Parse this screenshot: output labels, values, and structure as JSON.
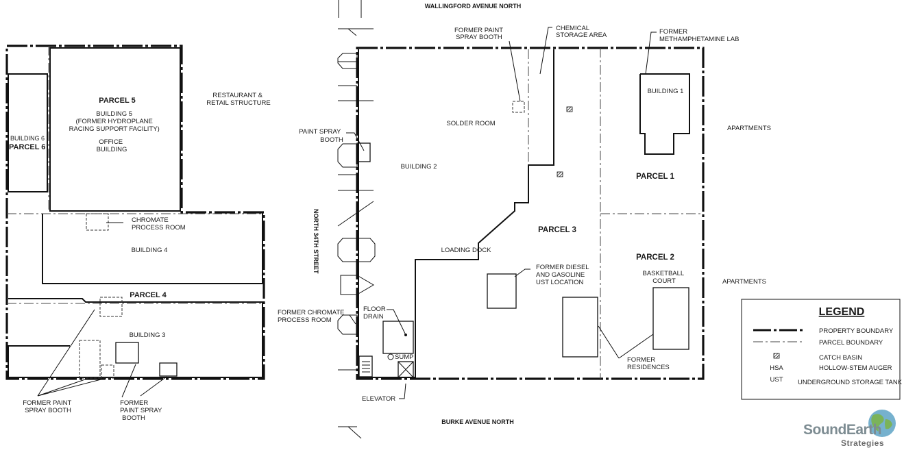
{
  "streets": {
    "north": "WALLINGFORD AVENUE NORTH",
    "south": "BURKE AVENUE NORTH",
    "west": "NORTH 34TH STREET"
  },
  "parcels": {
    "p1": "PARCEL 1",
    "p2": "PARCEL 2",
    "p3": "PARCEL 3",
    "p4": "PARCEL 4",
    "p5": "PARCEL 5",
    "p6": "PARCEL 6"
  },
  "labels": {
    "building6": "BUILDING 6",
    "building5": [
      "BUILDING 5",
      "(FORMER HYDROPLANE",
      "RACING SUPPORT FACILITY)",
      "OFFICE",
      "BUILDING"
    ],
    "restaurant": [
      "RESTAURANT &",
      "RETAIL STRUCTURE"
    ],
    "chromate_room_west": [
      "CHROMATE",
      "PROCESS ROOM"
    ],
    "building4": "BUILDING 4",
    "building3": "BUILDING 3",
    "paint_booth_sw_left": [
      "FORMER PAINT",
      "SPRAY BOOTH"
    ],
    "paint_booth_sw_right": [
      "FORMER",
      "PAINT SPRAY",
      "BOOTH"
    ],
    "paint_spray_booth": [
      "PAINT SPRAY",
      "BOOTH"
    ],
    "chromate_room_east": [
      "FORMER CHROMATE",
      "PROCESS ROOM"
    ],
    "floor_drain": [
      "FLOOR",
      "DRAIN"
    ],
    "sump": "SUMP",
    "elevator": "ELEVATOR",
    "paint_booth_north": [
      "FORMER PAINT",
      "SPRAY BOOTH"
    ],
    "chemical_storage": [
      "CHEMICAL",
      "STORAGE AREA"
    ],
    "solder_room": "SOLDER ROOM",
    "building2": "BUILDING 2",
    "loading_dock": "LOADING DOCK",
    "diesel_ust": [
      "FORMER DIESEL",
      "AND GASOLINE",
      "UST LOCATION"
    ],
    "meth_lab": [
      "FORMER",
      "METHAMPHETAMINE LAB"
    ],
    "building1": "BUILDING 1",
    "apartments_north": "APARTMENTS",
    "apartments_south": "APARTMENTS",
    "basketball": [
      "BASKETBALL",
      "COURT"
    ],
    "residences": [
      "FORMER",
      "RESIDENCES"
    ]
  },
  "legend": {
    "title": "LEGEND",
    "items": [
      {
        "symbol": "property-line",
        "label": "PROPERTY BOUNDARY"
      },
      {
        "symbol": "parcel-line",
        "label": "PARCEL BOUNDARY"
      },
      {
        "symbol": "catch-basin-icon",
        "label": "CATCH BASIN"
      },
      {
        "symbol": "HSA",
        "label": "HOLLOW-STEM AUGER"
      },
      {
        "symbol": "UST",
        "label": "UNDERGROUND STORAGE TANK"
      }
    ]
  },
  "logo": {
    "name": "SoundEarth",
    "sub": "Strategies"
  },
  "colors": {
    "logo_primary": "#7d8c92",
    "logo_accent": "#5ea3c6",
    "logo_green": "#7bb35a"
  }
}
